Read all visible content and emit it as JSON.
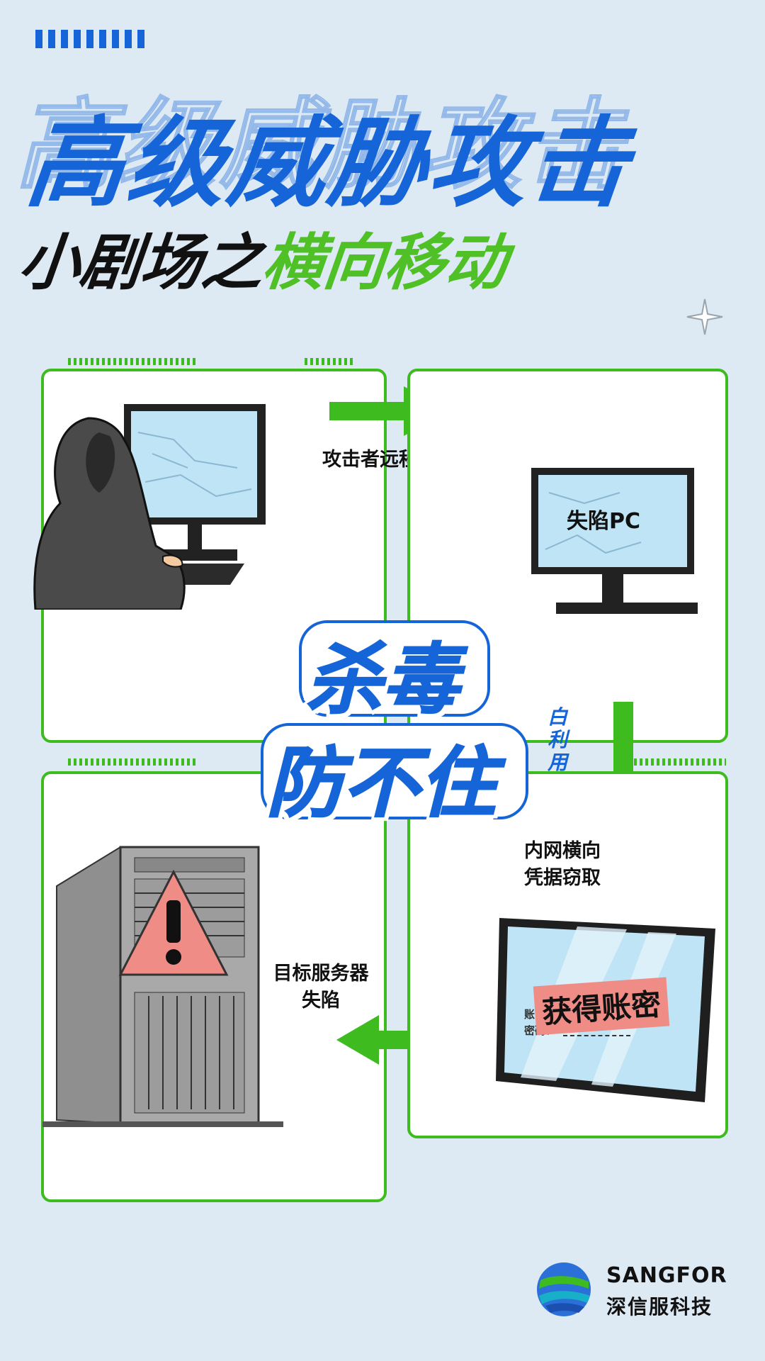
{
  "header": {
    "title": "高级威胁攻击",
    "subtitle_black": "小剧场之",
    "subtitle_green": "横向移动"
  },
  "steps": {
    "remote_control": "攻击者远程控制",
    "compromised_pc": "失陷PC",
    "lateral_line1": "内网横向",
    "lateral_line2": "凭据窃取",
    "account_obtained": "获得账密",
    "account_label": "账号：",
    "password_label": "密码：",
    "server_line1": "目标服务器",
    "server_line2": "失陷"
  },
  "badge": {
    "line1": "杀毒",
    "line2": "防不住",
    "side": [
      "白",
      "利",
      "用"
    ]
  },
  "brand": {
    "name": "SANGFOR",
    "cn_name": "深信服科技"
  },
  "colors": {
    "blue": "#1565d8",
    "green": "#3dbb1f",
    "background": "#dde9f3",
    "warning": "#f08c86"
  },
  "icons": [
    "sparkle-icon",
    "hacker-illustration",
    "monitor-icon",
    "arrow-right-icon",
    "arrow-down-icon",
    "arrow-left-icon",
    "server-icon",
    "warning-icon",
    "tablet-icon",
    "sangfor-logo-icon"
  ]
}
